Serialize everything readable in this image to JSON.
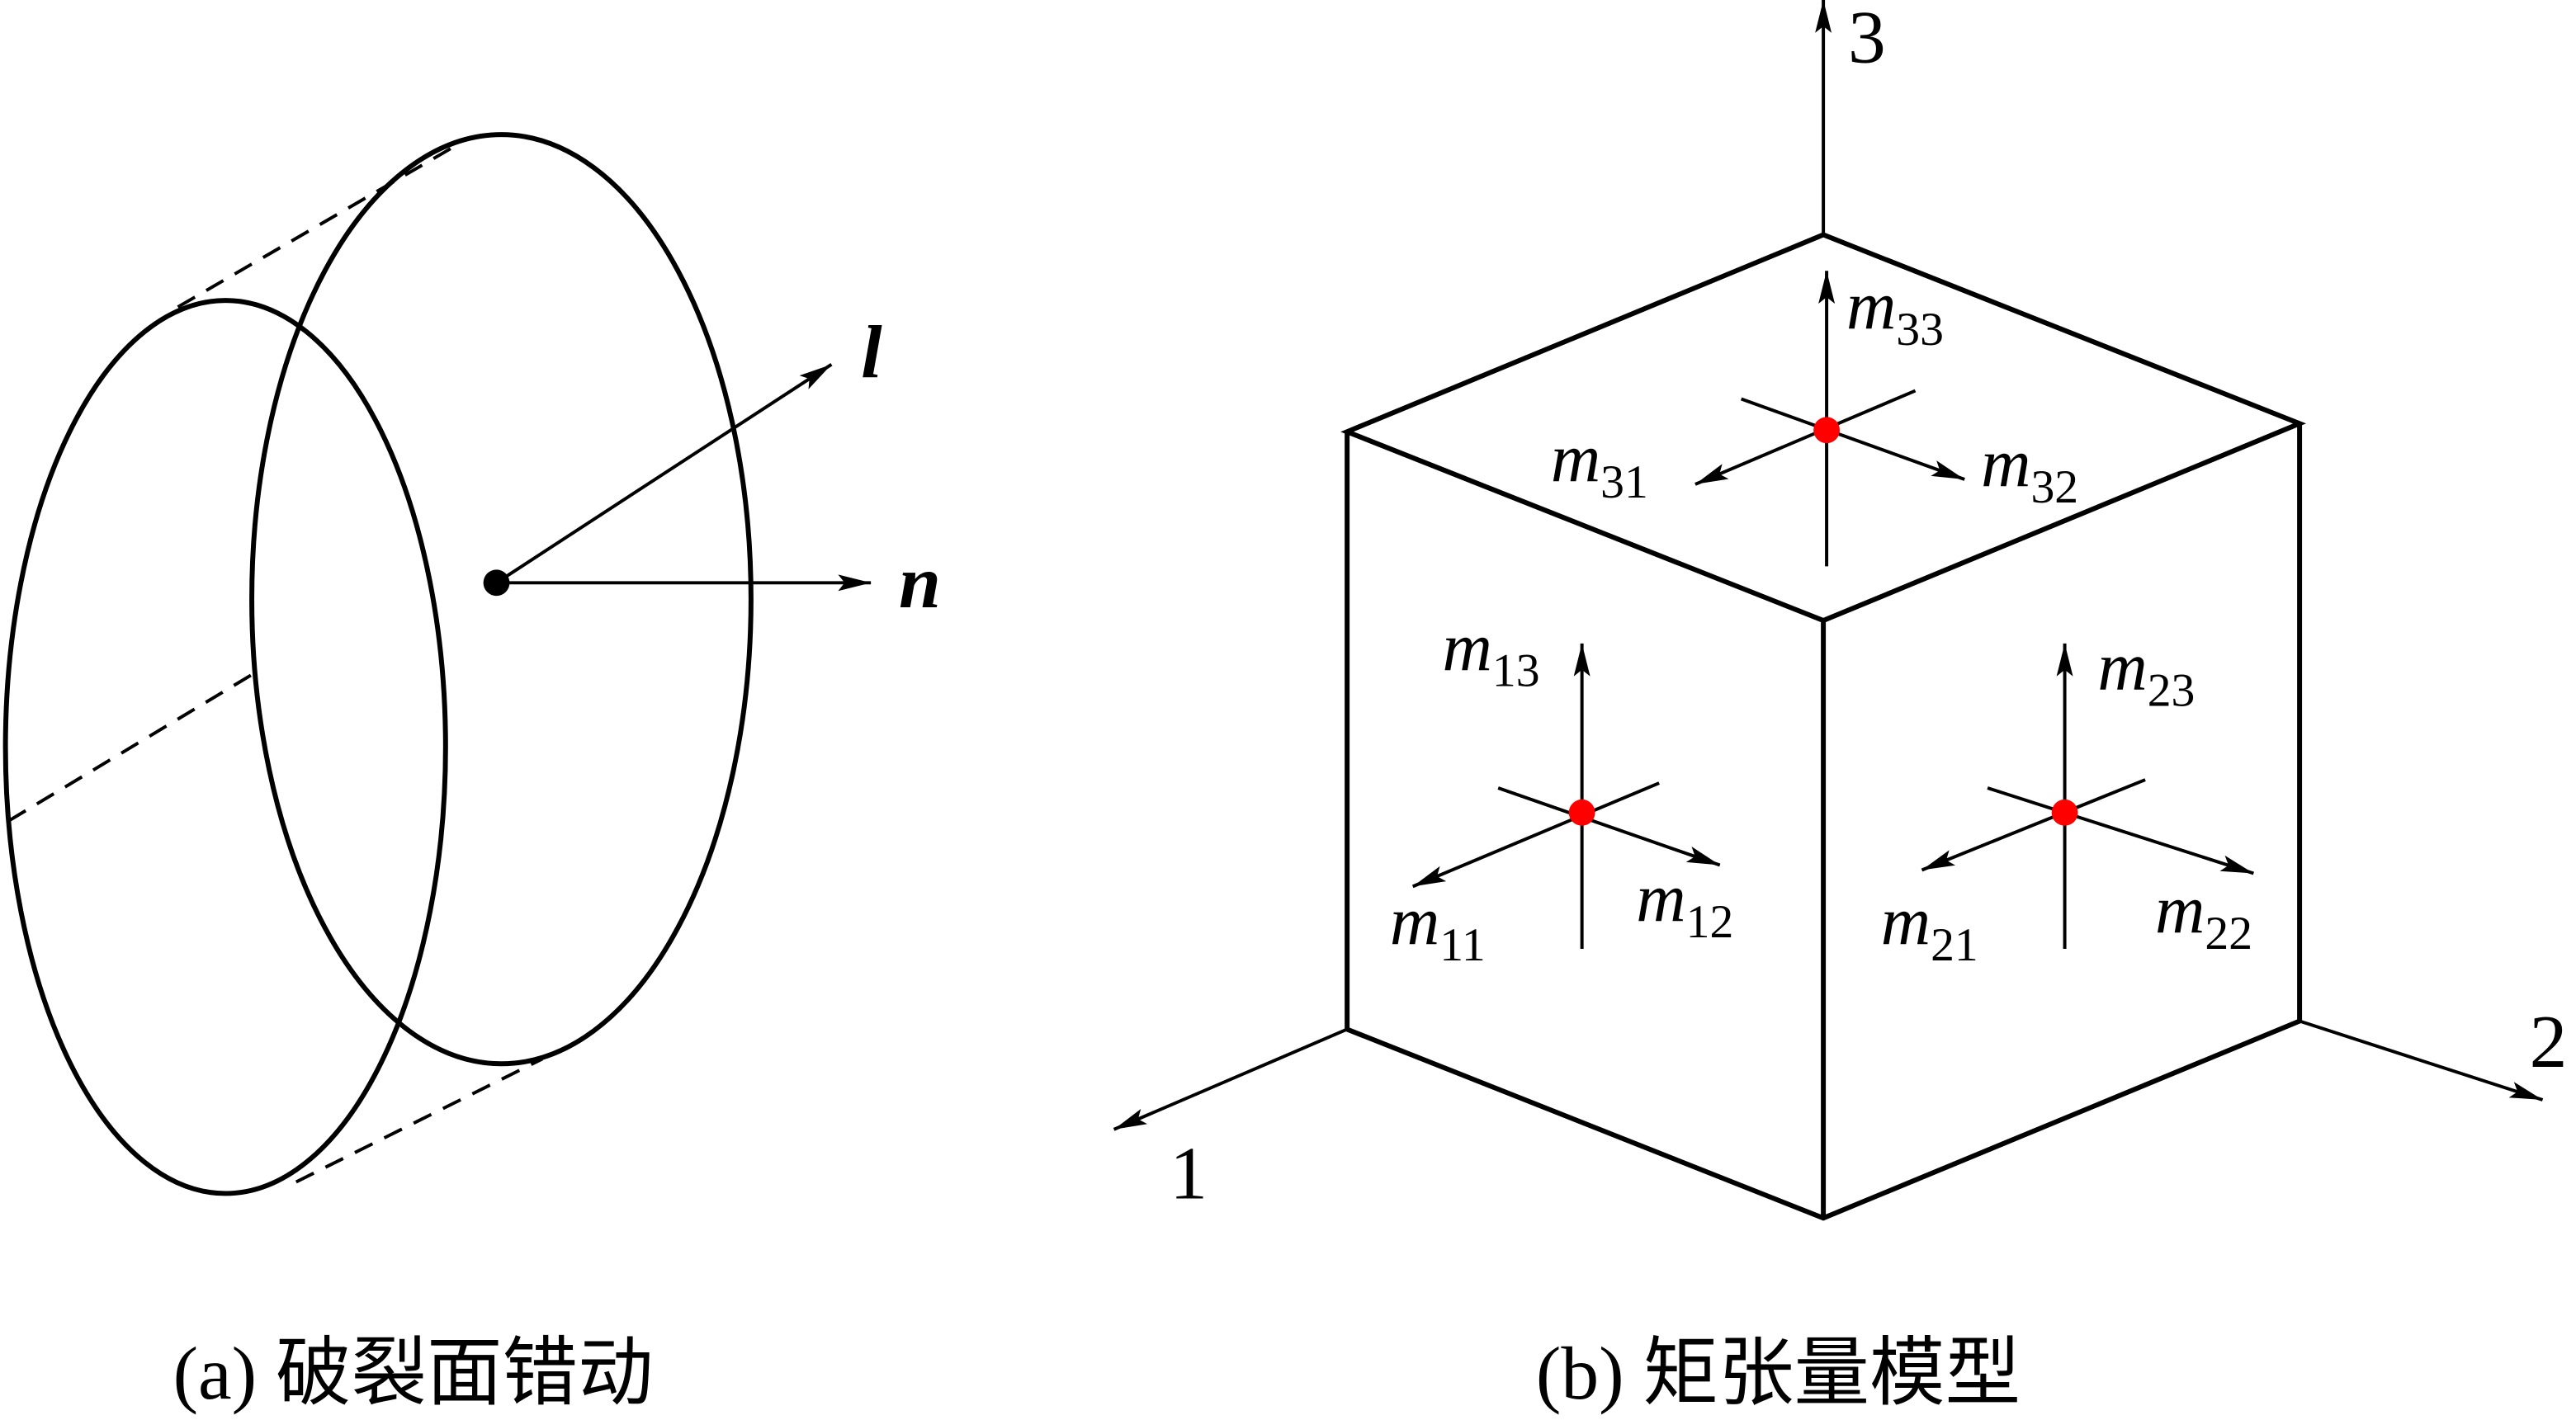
{
  "colors": {
    "hanging_wall": "#b87c58",
    "foot_wall": "#c3c3c3",
    "source_point": "#ff0000"
  },
  "panel_a": {
    "caption": "(a)  破裂面错动",
    "vector_l": "l",
    "vector_n": "n"
  },
  "panel_b": {
    "caption": "(b)  矩张量模型",
    "axis_1": "1",
    "axis_2": "2",
    "axis_3": "3",
    "components": {
      "m11": {
        "base": "m",
        "sub": "11"
      },
      "m12": {
        "base": "m",
        "sub": "12"
      },
      "m13": {
        "base": "m",
        "sub": "13"
      },
      "m21": {
        "base": "m",
        "sub": "21"
      },
      "m22": {
        "base": "m",
        "sub": "22"
      },
      "m23": {
        "base": "m",
        "sub": "23"
      },
      "m31": {
        "base": "m",
        "sub": "31"
      },
      "m32": {
        "base": "m",
        "sub": "32"
      },
      "m33": {
        "base": "m",
        "sub": "33"
      }
    }
  }
}
